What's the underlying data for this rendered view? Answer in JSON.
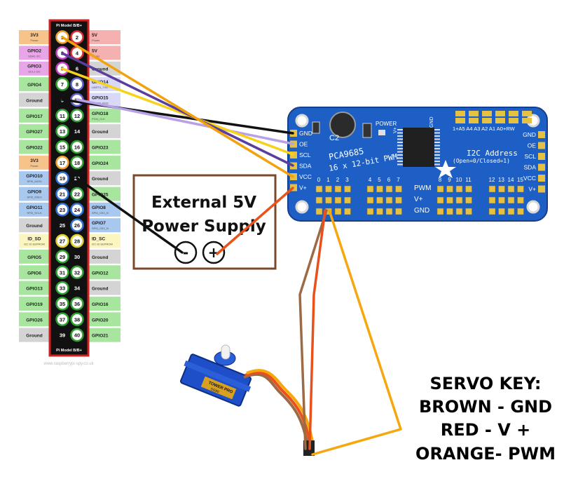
{
  "gpio_header": {
    "title_top": "Pi Model B/B+",
    "title_bottom": "Pi Model B/B+",
    "watermark": "www.raspberrypi-spy.co.uk",
    "left_labels": [
      {
        "name": "3V3",
        "sub": "Power",
        "color": "#f6c48a"
      },
      {
        "name": "GPIO2",
        "sub": "SDA1 I2C",
        "color": "#e8a6e8"
      },
      {
        "name": "GPIO3",
        "sub": "SCL1 I2C",
        "color": "#e8a6e8"
      },
      {
        "name": "GPIO4",
        "sub": "",
        "color": "#a8e6a0"
      },
      {
        "name": "Ground",
        "sub": "",
        "color": "#d4d4d4"
      },
      {
        "name": "GPIO17",
        "sub": "",
        "color": "#a8e6a0"
      },
      {
        "name": "GPIO27",
        "sub": "",
        "color": "#a8e6a0"
      },
      {
        "name": "GPIO22",
        "sub": "",
        "color": "#a8e6a0"
      },
      {
        "name": "3V3",
        "sub": "Power",
        "color": "#f6c48a"
      },
      {
        "name": "GPIO10",
        "sub": "SPI0_MOSI",
        "color": "#a8c8f0"
      },
      {
        "name": "GPIO9",
        "sub": "SPI0_MISO",
        "color": "#a8c8f0"
      },
      {
        "name": "GPIO11",
        "sub": "SPI0_SCLK",
        "color": "#a8c8f0"
      },
      {
        "name": "Ground",
        "sub": "",
        "color": "#d4d4d4"
      },
      {
        "name": "ID_SD",
        "sub": "I2C ID EEPROM",
        "color": "#fbf6c0"
      },
      {
        "name": "GPIO5",
        "sub": "",
        "color": "#a8e6a0"
      },
      {
        "name": "GPIO6",
        "sub": "",
        "color": "#a8e6a0"
      },
      {
        "name": "GPIO13",
        "sub": "",
        "color": "#a8e6a0"
      },
      {
        "name": "GPIO19",
        "sub": "",
        "color": "#a8e6a0"
      },
      {
        "name": "GPIO26",
        "sub": "",
        "color": "#a8e6a0"
      },
      {
        "name": "Ground",
        "sub": "",
        "color": "#d4d4d4"
      }
    ],
    "right_labels": [
      {
        "name": "5V",
        "sub": "Power",
        "color": "#f5b0b0"
      },
      {
        "name": "5V",
        "sub": "Power",
        "color": "#f5b0b0"
      },
      {
        "name": "Ground",
        "sub": "",
        "color": "#d4d4d4"
      },
      {
        "name": "GPIO14",
        "sub": "UART0_TXD",
        "color": "#d8d8f8"
      },
      {
        "name": "GPIO15",
        "sub": "UART0_RXD",
        "color": "#d8d8f8"
      },
      {
        "name": "GPIO18",
        "sub": "PCM_CLK",
        "color": "#a8e6a0"
      },
      {
        "name": "Ground",
        "sub": "",
        "color": "#d4d4d4"
      },
      {
        "name": "GPIO23",
        "sub": "",
        "color": "#a8e6a0"
      },
      {
        "name": "GPIO24",
        "sub": "",
        "color": "#a8e6a0"
      },
      {
        "name": "Ground",
        "sub": "",
        "color": "#d4d4d4"
      },
      {
        "name": "GPIO25",
        "sub": "",
        "color": "#a8e6a0"
      },
      {
        "name": "GPIO8",
        "sub": "SPI0_CE0_N",
        "color": "#a8c8f0"
      },
      {
        "name": "GPIO7",
        "sub": "SPI0_CE1_N",
        "color": "#a8c8f0"
      },
      {
        "name": "ID_SC",
        "sub": "I2C ID EEPROM",
        "color": "#fbf6c0"
      },
      {
        "name": "Ground",
        "sub": "",
        "color": "#d4d4d4"
      },
      {
        "name": "GPIO12",
        "sub": "",
        "color": "#a8e6a0"
      },
      {
        "name": "Ground",
        "sub": "",
        "color": "#d4d4d4"
      },
      {
        "name": "GPIO16",
        "sub": "",
        "color": "#a8e6a0"
      },
      {
        "name": "GPIO20",
        "sub": "",
        "color": "#a8e6a0"
      },
      {
        "name": "GPIO21",
        "sub": "",
        "color": "#a8e6a0"
      }
    ],
    "pins": [
      {
        "n": "1",
        "ring": "#f0a030",
        "fill": "#ffffff"
      },
      {
        "n": "2",
        "ring": "#e03030",
        "fill": "#ffffff"
      },
      {
        "n": "3",
        "ring": "#c040c0",
        "fill": "#ffffff"
      },
      {
        "n": "4",
        "ring": "#e03030",
        "fill": "#ffffff"
      },
      {
        "n": "5",
        "ring": "#c040c0",
        "fill": "#ffffff"
      },
      {
        "n": "6",
        "ring": "#111111",
        "fill": "#111111"
      },
      {
        "n": "7",
        "ring": "#30a030",
        "fill": "#ffffff"
      },
      {
        "n": "8",
        "ring": "#6060d0",
        "fill": "#ffffff"
      },
      {
        "n": "9",
        "ring": "#111111",
        "fill": "#111111"
      },
      {
        "n": "10",
        "ring": "#6060d0",
        "fill": "#ffffff"
      },
      {
        "n": "11",
        "ring": "#30a030",
        "fill": "#ffffff"
      },
      {
        "n": "12",
        "ring": "#30a030",
        "fill": "#ffffff"
      },
      {
        "n": "13",
        "ring": "#30a030",
        "fill": "#ffffff"
      },
      {
        "n": "14",
        "ring": "#111111",
        "fill": "#111111"
      },
      {
        "n": "15",
        "ring": "#30a030",
        "fill": "#ffffff"
      },
      {
        "n": "16",
        "ring": "#30a030",
        "fill": "#ffffff"
      },
      {
        "n": "17",
        "ring": "#f0a030",
        "fill": "#ffffff"
      },
      {
        "n": "18",
        "ring": "#30a030",
        "fill": "#ffffff"
      },
      {
        "n": "19",
        "ring": "#3070d0",
        "fill": "#ffffff"
      },
      {
        "n": "20",
        "ring": "#111111",
        "fill": "#111111"
      },
      {
        "n": "21",
        "ring": "#3070d0",
        "fill": "#ffffff"
      },
      {
        "n": "22",
        "ring": "#30a030",
        "fill": "#ffffff"
      },
      {
        "n": "23",
        "ring": "#3070d0",
        "fill": "#ffffff"
      },
      {
        "n": "24",
        "ring": "#3070d0",
        "fill": "#ffffff"
      },
      {
        "n": "25",
        "ring": "#111111",
        "fill": "#111111"
      },
      {
        "n": "26",
        "ring": "#3070d0",
        "fill": "#ffffff"
      },
      {
        "n": "27",
        "ring": "#e0d030",
        "fill": "#ffffff"
      },
      {
        "n": "28",
        "ring": "#e0d030",
        "fill": "#ffffff"
      },
      {
        "n": "29",
        "ring": "#30a030",
        "fill": "#ffffff"
      },
      {
        "n": "30",
        "ring": "#111111",
        "fill": "#111111"
      },
      {
        "n": "31",
        "ring": "#30a030",
        "fill": "#ffffff"
      },
      {
        "n": "32",
        "ring": "#30a030",
        "fill": "#ffffff"
      },
      {
        "n": "33",
        "ring": "#30a030",
        "fill": "#ffffff"
      },
      {
        "n": "34",
        "ring": "#111111",
        "fill": "#111111"
      },
      {
        "n": "35",
        "ring": "#30a030",
        "fill": "#ffffff"
      },
      {
        "n": "36",
        "ring": "#30a030",
        "fill": "#ffffff"
      },
      {
        "n": "37",
        "ring": "#30a030",
        "fill": "#ffffff"
      },
      {
        "n": "38",
        "ring": "#30a030",
        "fill": "#ffffff"
      },
      {
        "n": "39",
        "ring": "#111111",
        "fill": "#111111"
      },
      {
        "n": "40",
        "ring": "#30a030",
        "fill": "#ffffff"
      }
    ]
  },
  "board": {
    "chip_name": "PCA9685",
    "subtitle": "16 x 12-bit PWM",
    "i2c_title": "I2C Address",
    "i2c_sub": "(Open=0/Closed=1)",
    "cap_label": "C2",
    "power_label": "POWER",
    "addr_labels": "1+A5 A4 A3 A2 A1 A0+RW",
    "left_pins": [
      "GND",
      "OE",
      "SCL",
      "SDA",
      "VCC",
      "V+"
    ],
    "right_pins": [
      "GND",
      "OE",
      "SCL",
      "SDA",
      "VCC",
      "V+"
    ],
    "col_labels": [
      "0",
      "1",
      "2",
      "3",
      "4",
      "5",
      "6",
      "7",
      "8",
      "9",
      "10",
      "11",
      "12",
      "13",
      "14",
      "15"
    ],
    "row_labels": [
      "PWM",
      "V+",
      "GND"
    ],
    "top_gnd": "GND",
    "top_vplus": "V+",
    "color": "#1d5fc4"
  },
  "external_supply": {
    "line1": "External  5V",
    "line2": "Power  Supply",
    "minus": "-",
    "plus": "+"
  },
  "servo": {
    "brand": "TOWER PRO",
    "model": "SG90"
  },
  "servo_key": {
    "title": "SERVO  KEY:",
    "line1": "BROWN  -  GND",
    "line2": "RED  -  V +",
    "line3": "ORANGE-  PWM"
  },
  "wire_colors": {
    "ground": "#111111",
    "oe": "#b8a0e8",
    "scl": "#f7d21c",
    "sda": "#5a3f9e",
    "vcc": "#f2a20c",
    "vplus": "#e8531b",
    "brown": "#9c6a45",
    "red": "#e8501c",
    "orange": "#f5a70d"
  }
}
